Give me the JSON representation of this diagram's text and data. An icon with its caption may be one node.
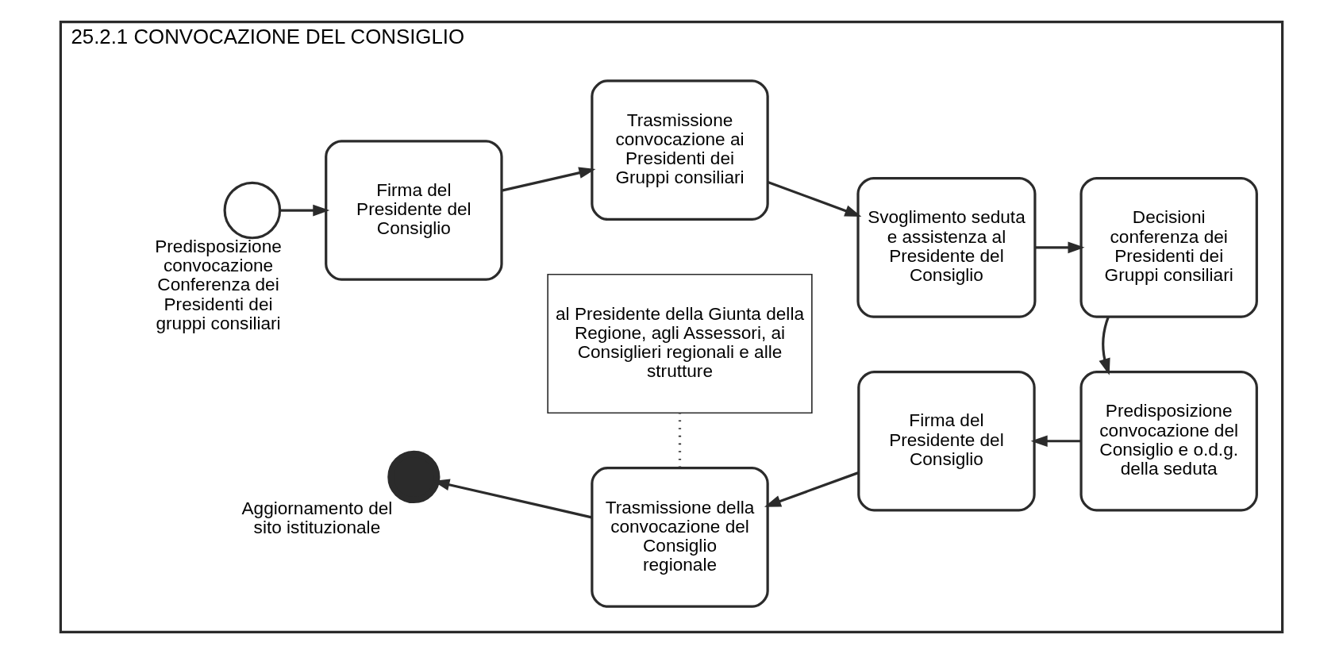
{
  "diagram": {
    "nodes": [
      {
        "text": [
          "25.2.1 CONVOCAZIONE DEL CONSIGLIO"
        ]
      },
      {
        "text": [],
        "shape": "circle",
        "in": 0,
        "beside": [
          "Predisposizione convocazione Conferenza dei Presidenti dei gruppi consiliari"
        ]
      },
      {
        "text": [
          "Firma del Presidente del Consiglio"
        ],
        "in": 0
      },
      {
        "text": [
          "Trasmissione convocazione ai Presidenti dei Gruppi consiliari"
        ],
        "in": 0
      },
      {
        "text": [
          "Svoglimento seduta e assistenza al Presidente del Consiglio"
        ],
        "in": 0
      },
      {
        "text": [
          "Decisioni conferenza dei Presidenti dei Gruppi consiliari"
        ],
        "in": 0
      },
      {
        "text": [
          "Predisposizione convocazione del Consiglio e o.d.g. della seduta"
        ],
        "in": 0
      },
      {
        "text": [
          "Firma del Presidente del Consiglio"
        ],
        "in": 0
      },
      {
        "text": [
          "Trasmissione della convocazione del Consiglio regionale"
        ],
        "in": 0
      },
      {
        "text": [],
        "shape": "circle",
        "in": 0,
        "beside": [
          "Aggiornamento del sito istituzionale"
        ]
      },
      {
        "text": [
          "al Presidente della Giunta della Regione, agli Assessori, ai Consiglieri regionali e alle strutture"
        ],
        "in": 0
      }
    ],
    "edges": [
      {
        "from": 1,
        "to": 2,
        "arrow": "to"
      },
      {
        "from": 2,
        "to": 3,
        "arrow": "to"
      },
      {
        "from": 3,
        "to": 4,
        "arrow": "to"
      },
      {
        "from": 4,
        "to": 5,
        "arrow": "to"
      },
      {
        "from": 5,
        "to": 6,
        "arrow": "to"
      },
      {
        "from": 6,
        "to": 7,
        "arrow": "to"
      },
      {
        "from": 7,
        "to": 8,
        "arrow": "to"
      },
      {
        "from": 8,
        "to": 9,
        "arrow": "to"
      },
      {
        "from": 8,
        "to": 10,
        "arrow": "none",
        "style": "dashed"
      }
    ]
  }
}
